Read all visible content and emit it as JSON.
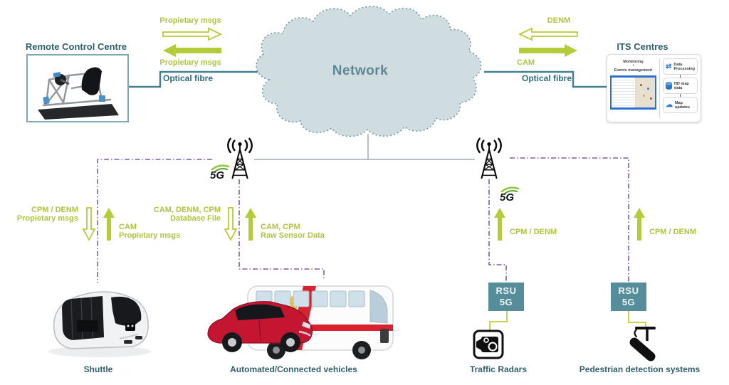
{
  "headers": {
    "remote_control_centre": "Remote Control Centre",
    "its_centres": "ITS Centres",
    "network": "Network"
  },
  "links": {
    "optical_fibre_left": "Optical fibre",
    "optical_fibre_right": "Optical fibre"
  },
  "flows": {
    "rcc_to_network": "Propietary msgs",
    "network_to_rcc": "Propietary msgs",
    "network_to_its": "DENM",
    "its_to_network": "CAM",
    "shuttle_down": [
      "CPM / DENM",
      "Propietary msgs"
    ],
    "shuttle_up": [
      "CAM",
      "Propietary msgs"
    ],
    "vehicles_down": [
      "CAM, DENM, CPM",
      "Database File"
    ],
    "vehicles_up": [
      "CAM, CPM",
      "Raw Sensor Data"
    ],
    "radars_up": "CPM / DENM",
    "pedestrian_up": "CPM / DENM"
  },
  "towers": {
    "left_5g": "5G",
    "right_5g": "5G"
  },
  "rsu_left": {
    "line1": "RSU",
    "line2": "5G"
  },
  "rsu_right": {
    "line1": "RSU",
    "line2": "5G"
  },
  "its_panel": {
    "monitoring": "Monitoring",
    "bullet": "•",
    "events": "Events management",
    "items": [
      {
        "label": "Data Processing"
      },
      {
        "label": "HD map data"
      },
      {
        "label": "Map updates"
      }
    ]
  },
  "bottom_labels": {
    "shuttle": "Shuttle",
    "vehicles": "Automated/Connected vehicles",
    "traffic_radars": "Traffic Radars",
    "pedestrian": "Pedestrian detection systems"
  },
  "icons": {
    "sync": "⇄",
    "cloud": "☁",
    "download_arrow": "↓"
  },
  "colors": {
    "green": "#b2cc3a",
    "green_text": "#aec43e",
    "teal_text": "#2c6b7d",
    "heading_teal": "#325f6d",
    "network_text": "#5e8796",
    "purple_dash": "#7b5caa",
    "teal_line": "#44808f",
    "gray_line": "#9aabb2",
    "cloud_fill": "#cfdde1",
    "cloud_border": "#6c98a6",
    "rsu_fill": "#568d9a"
  }
}
